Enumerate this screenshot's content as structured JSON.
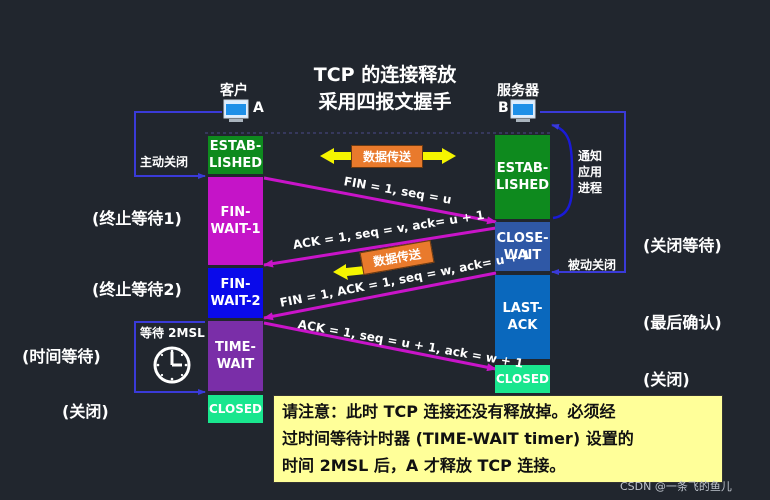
{
  "title": {
    "line1": "TCP 的连接释放",
    "line2": "采用四报文握手"
  },
  "client": {
    "label": "客户",
    "id": "A",
    "icon": "computer-icon"
  },
  "server": {
    "label": "服务器",
    "id": "B",
    "icon": "computer-icon"
  },
  "client_states": [
    {
      "name": "ESTAB-\nLISHED",
      "color": "#0e8a1e"
    },
    {
      "name": "FIN-\nWAIT-1",
      "color": "#c514c8"
    },
    {
      "name": "FIN-\nWAIT-2",
      "color": "#0a0aea"
    },
    {
      "name": "TIME-\nWAIT",
      "color": "#7a2ea8"
    },
    {
      "name": "CLOSED",
      "color": "#19e68e"
    }
  ],
  "server_states": [
    {
      "name": "ESTAB-\nLISHED",
      "color": "#0e8a1e"
    },
    {
      "name": "CLOSE-\nWAIT",
      "color": "#2f58a6"
    },
    {
      "name": "LAST-\nACK",
      "color": "#0a68bd"
    },
    {
      "name": "CLOSED",
      "color": "#19e68e"
    }
  ],
  "left_labels": [
    "(终止等待1)",
    "(终止等待2)",
    "(时间等待)",
    "(关闭)"
  ],
  "right_labels": [
    "(关闭等待)",
    "(最后确认)",
    "(关闭)"
  ],
  "annotations": {
    "active_close": "主动关闭",
    "passive_close": "被动关闭",
    "notify_app": "通知\n应用\n进程",
    "wait_2msl": "等待 2MSL",
    "clock_icon": "clock-icon"
  },
  "data_transfer": [
    "数据传送",
    "数据传送"
  ],
  "messages": [
    "FIN = 1, seq = u",
    "ACK = 1, seq = v, ack= u + 1",
    "FIN = 1, ACK = 1, seq = w, ack= u + 1",
    "ACK = 1, seq = u + 1, ack = w + 1"
  ],
  "note": {
    "lines": [
      "请注意：此时 TCP 连接还没有释放掉。必须经",
      "过时间等待计时器 (TIME-WAIT timer) 设置的",
      "时间 2MSL 后，A 才释放 TCP 连接。"
    ]
  },
  "watermark": "CSDN @一条飞的鱼儿",
  "colors": {
    "background": "#21262e",
    "arrow": "#c914c9",
    "flow": "#3a3ad8",
    "note_bg": "#ffff99",
    "yellow_arrow": "#f5f500"
  }
}
